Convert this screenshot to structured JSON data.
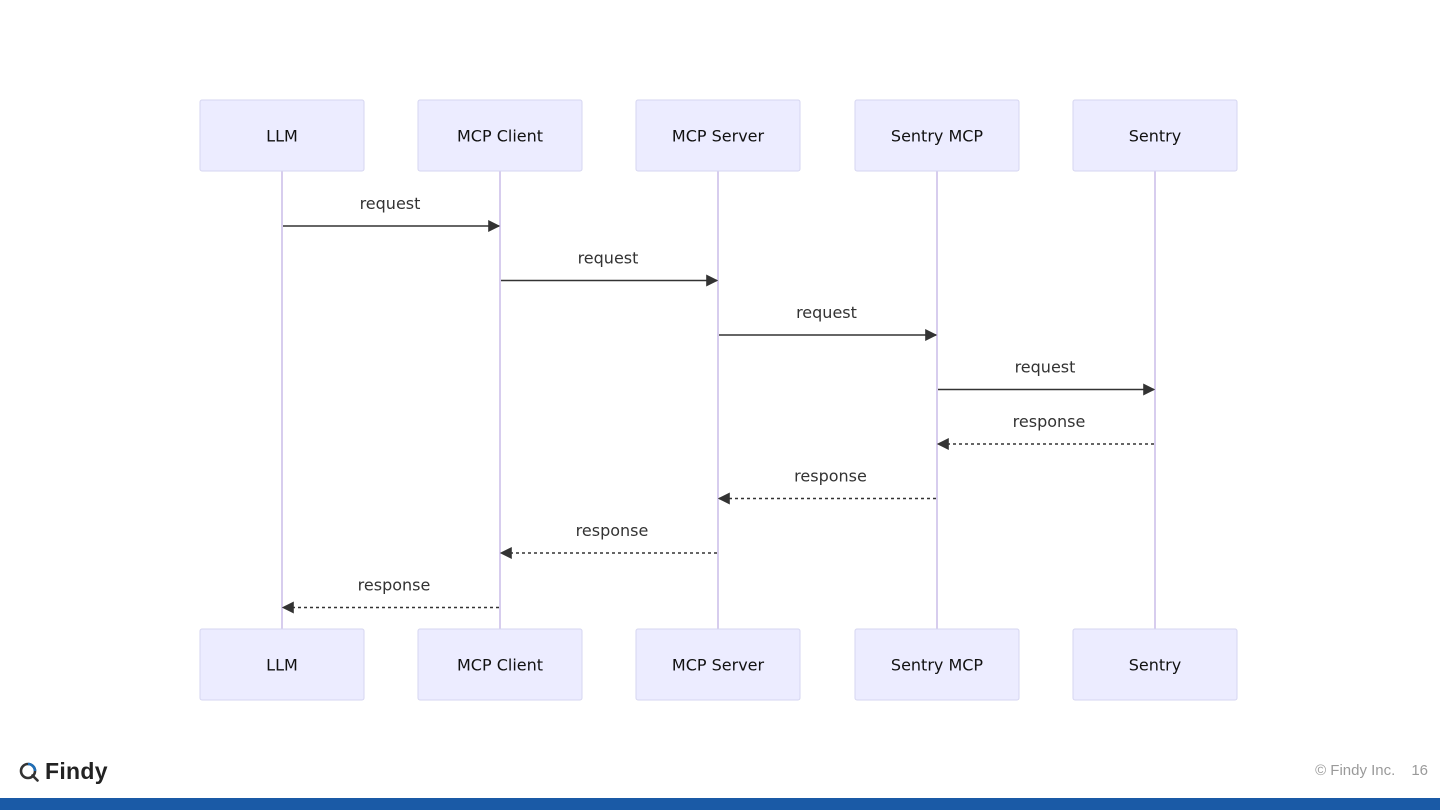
{
  "diagram": {
    "participants": [
      "LLM",
      "MCP Client",
      "MCP Server",
      "Sentry MCP",
      "Sentry"
    ],
    "messages": [
      {
        "from": 0,
        "to": 1,
        "label": "request",
        "style": "solid"
      },
      {
        "from": 1,
        "to": 2,
        "label": "request",
        "style": "solid"
      },
      {
        "from": 2,
        "to": 3,
        "label": "request",
        "style": "solid"
      },
      {
        "from": 3,
        "to": 4,
        "label": "request",
        "style": "solid"
      },
      {
        "from": 4,
        "to": 3,
        "label": "response",
        "style": "dotted"
      },
      {
        "from": 3,
        "to": 2,
        "label": "response",
        "style": "dotted"
      },
      {
        "from": 2,
        "to": 1,
        "label": "response",
        "style": "dotted"
      },
      {
        "from": 1,
        "to": 0,
        "label": "response",
        "style": "dotted"
      }
    ]
  },
  "footer": {
    "logo_icon": "findy-logo-icon",
    "brand": "Findy",
    "copyright": "© Findy Inc.",
    "page_number": "16"
  },
  "colors": {
    "bottom_bar": "#1a5aa6",
    "actor_fill": "#ececff",
    "logo_accent": "#1f6fb8"
  }
}
